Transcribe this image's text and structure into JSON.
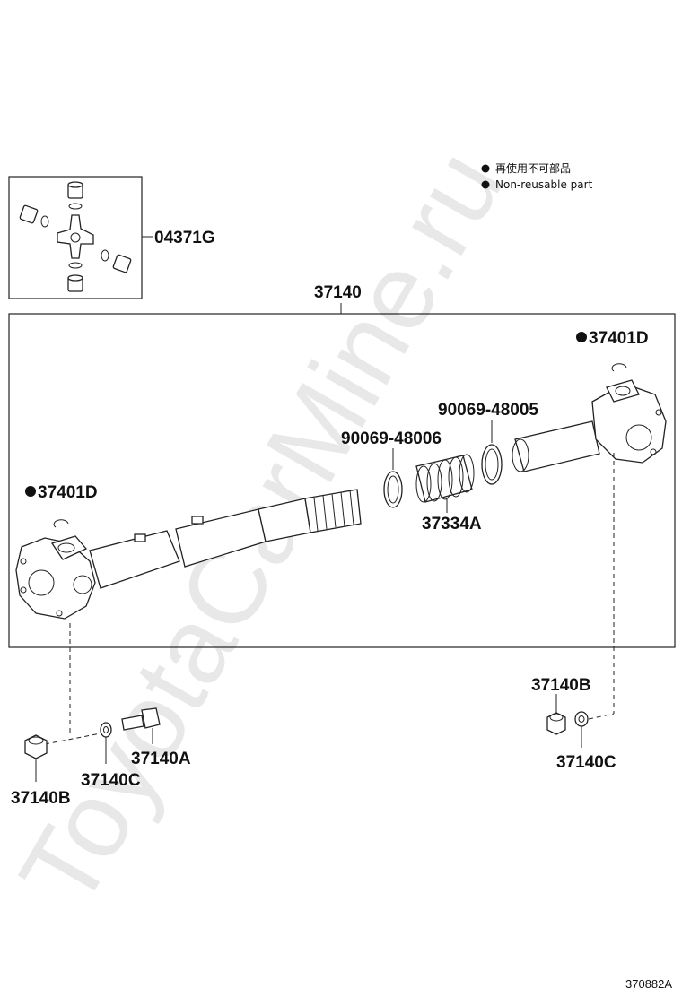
{
  "watermark": "ToyotaCarMine.ru",
  "legend": {
    "marker": "●",
    "line1": "再使用不可部品",
    "line2": "Non-reusable part"
  },
  "callouts": {
    "universal_joint_kit": "04371G",
    "propeller_shaft_assy": "37140",
    "snap_ring_right": "37401D",
    "snap_ring_left": "37401D",
    "seal_ring_upper": "90069-48005",
    "seal_ring_lower": "90069-48006",
    "boot": "37334A",
    "nut_right": "37140B",
    "washer_right": "37140C",
    "bolt_left": "37140A",
    "washer_left": "37140C",
    "nut_left": "37140B"
  },
  "doc_id": "370882A",
  "icons": {
    "non_reusable_marker": "filled-circle-icon"
  }
}
